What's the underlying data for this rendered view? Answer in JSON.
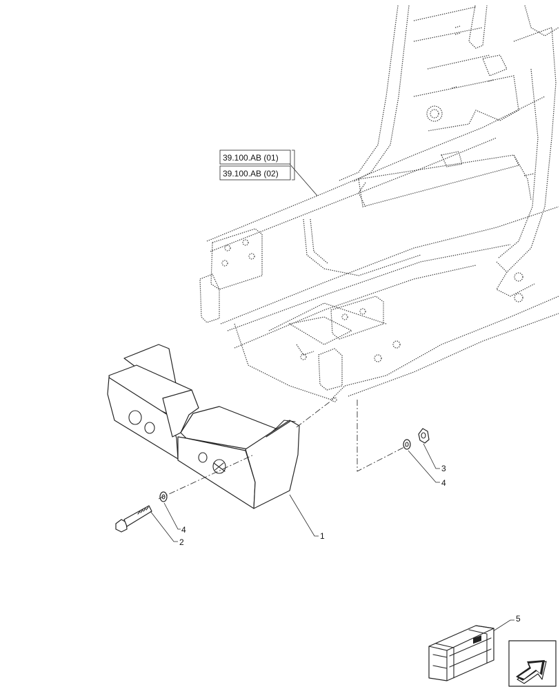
{
  "references": [
    "39.100.AB (01)",
    "39.100.AB (02)"
  ],
  "callouts": {
    "counterweight": "1",
    "bolt": "2",
    "nut": "3",
    "washer_right": "4",
    "washer_left": "4",
    "kit": "5"
  },
  "icons": {
    "kit_box": "crate-icon",
    "navigation": "arrow-icon"
  }
}
